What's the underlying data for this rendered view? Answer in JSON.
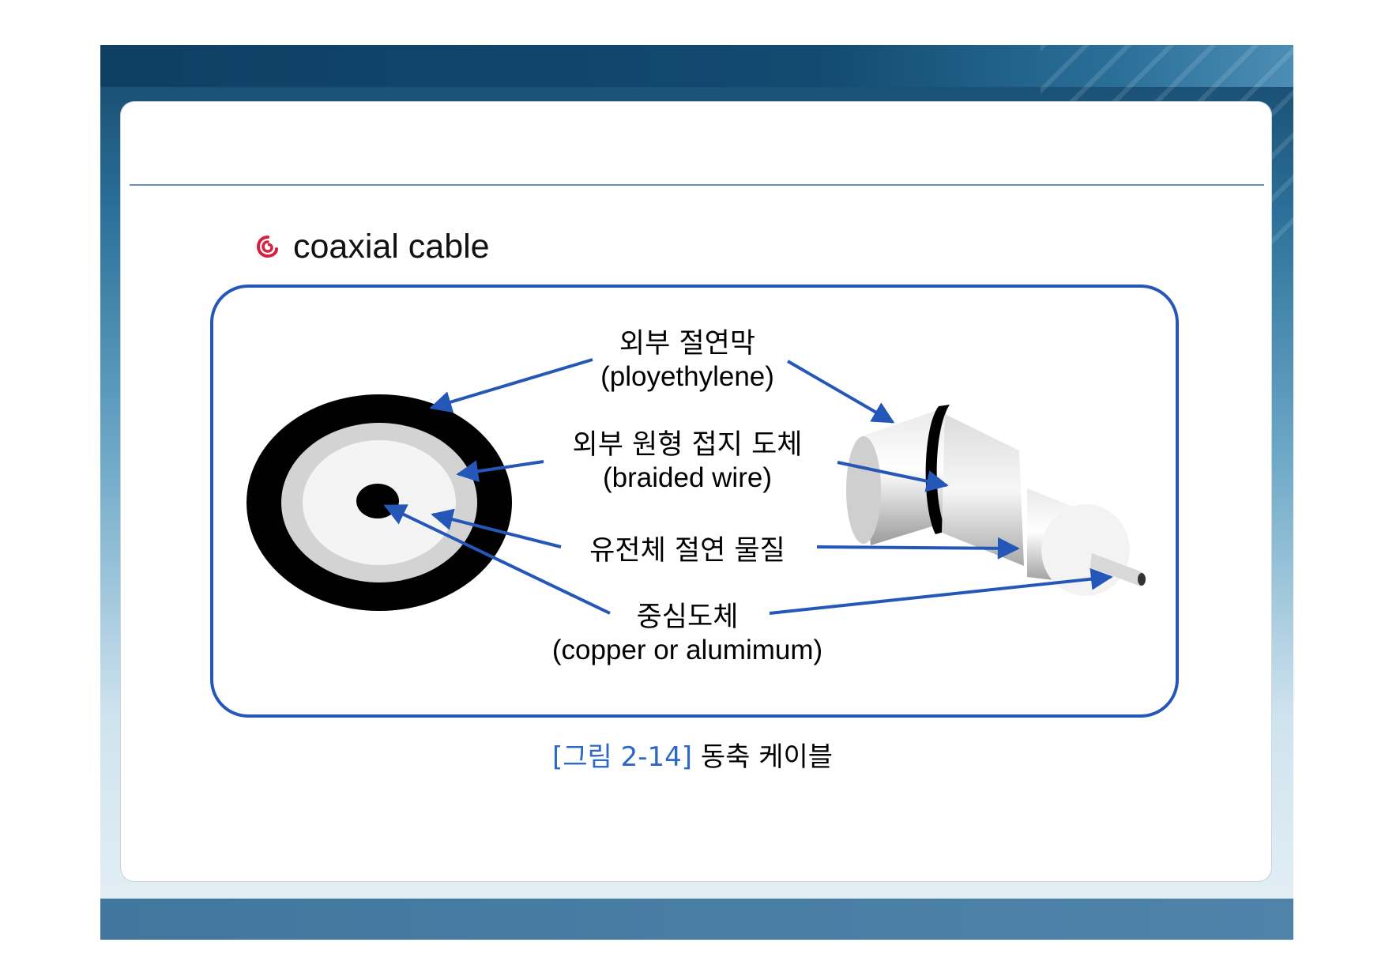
{
  "bullet": {
    "text": "coaxial cable",
    "icon": "swirl-bullet-icon",
    "icon_color": "#d4213f"
  },
  "labels": {
    "outer_insulation": {
      "ko": "외부 절연막",
      "en": "(ployethylene)"
    },
    "outer_conductor": {
      "ko": "외부 원형 접지 도체",
      "en": "(braided wire)"
    },
    "dielectric": {
      "ko": "유전체 절연 물질"
    },
    "center_conductor": {
      "ko": "중심도체",
      "en": "(copper or alumimum)"
    }
  },
  "caption": {
    "number": "[그림 2-14]",
    "text": "동축 케이블"
  },
  "colors": {
    "accent": "#2457b7",
    "caption_number": "#2c67c9",
    "title_bar": "#124a71",
    "bottom_bar": "#4f83aa"
  }
}
